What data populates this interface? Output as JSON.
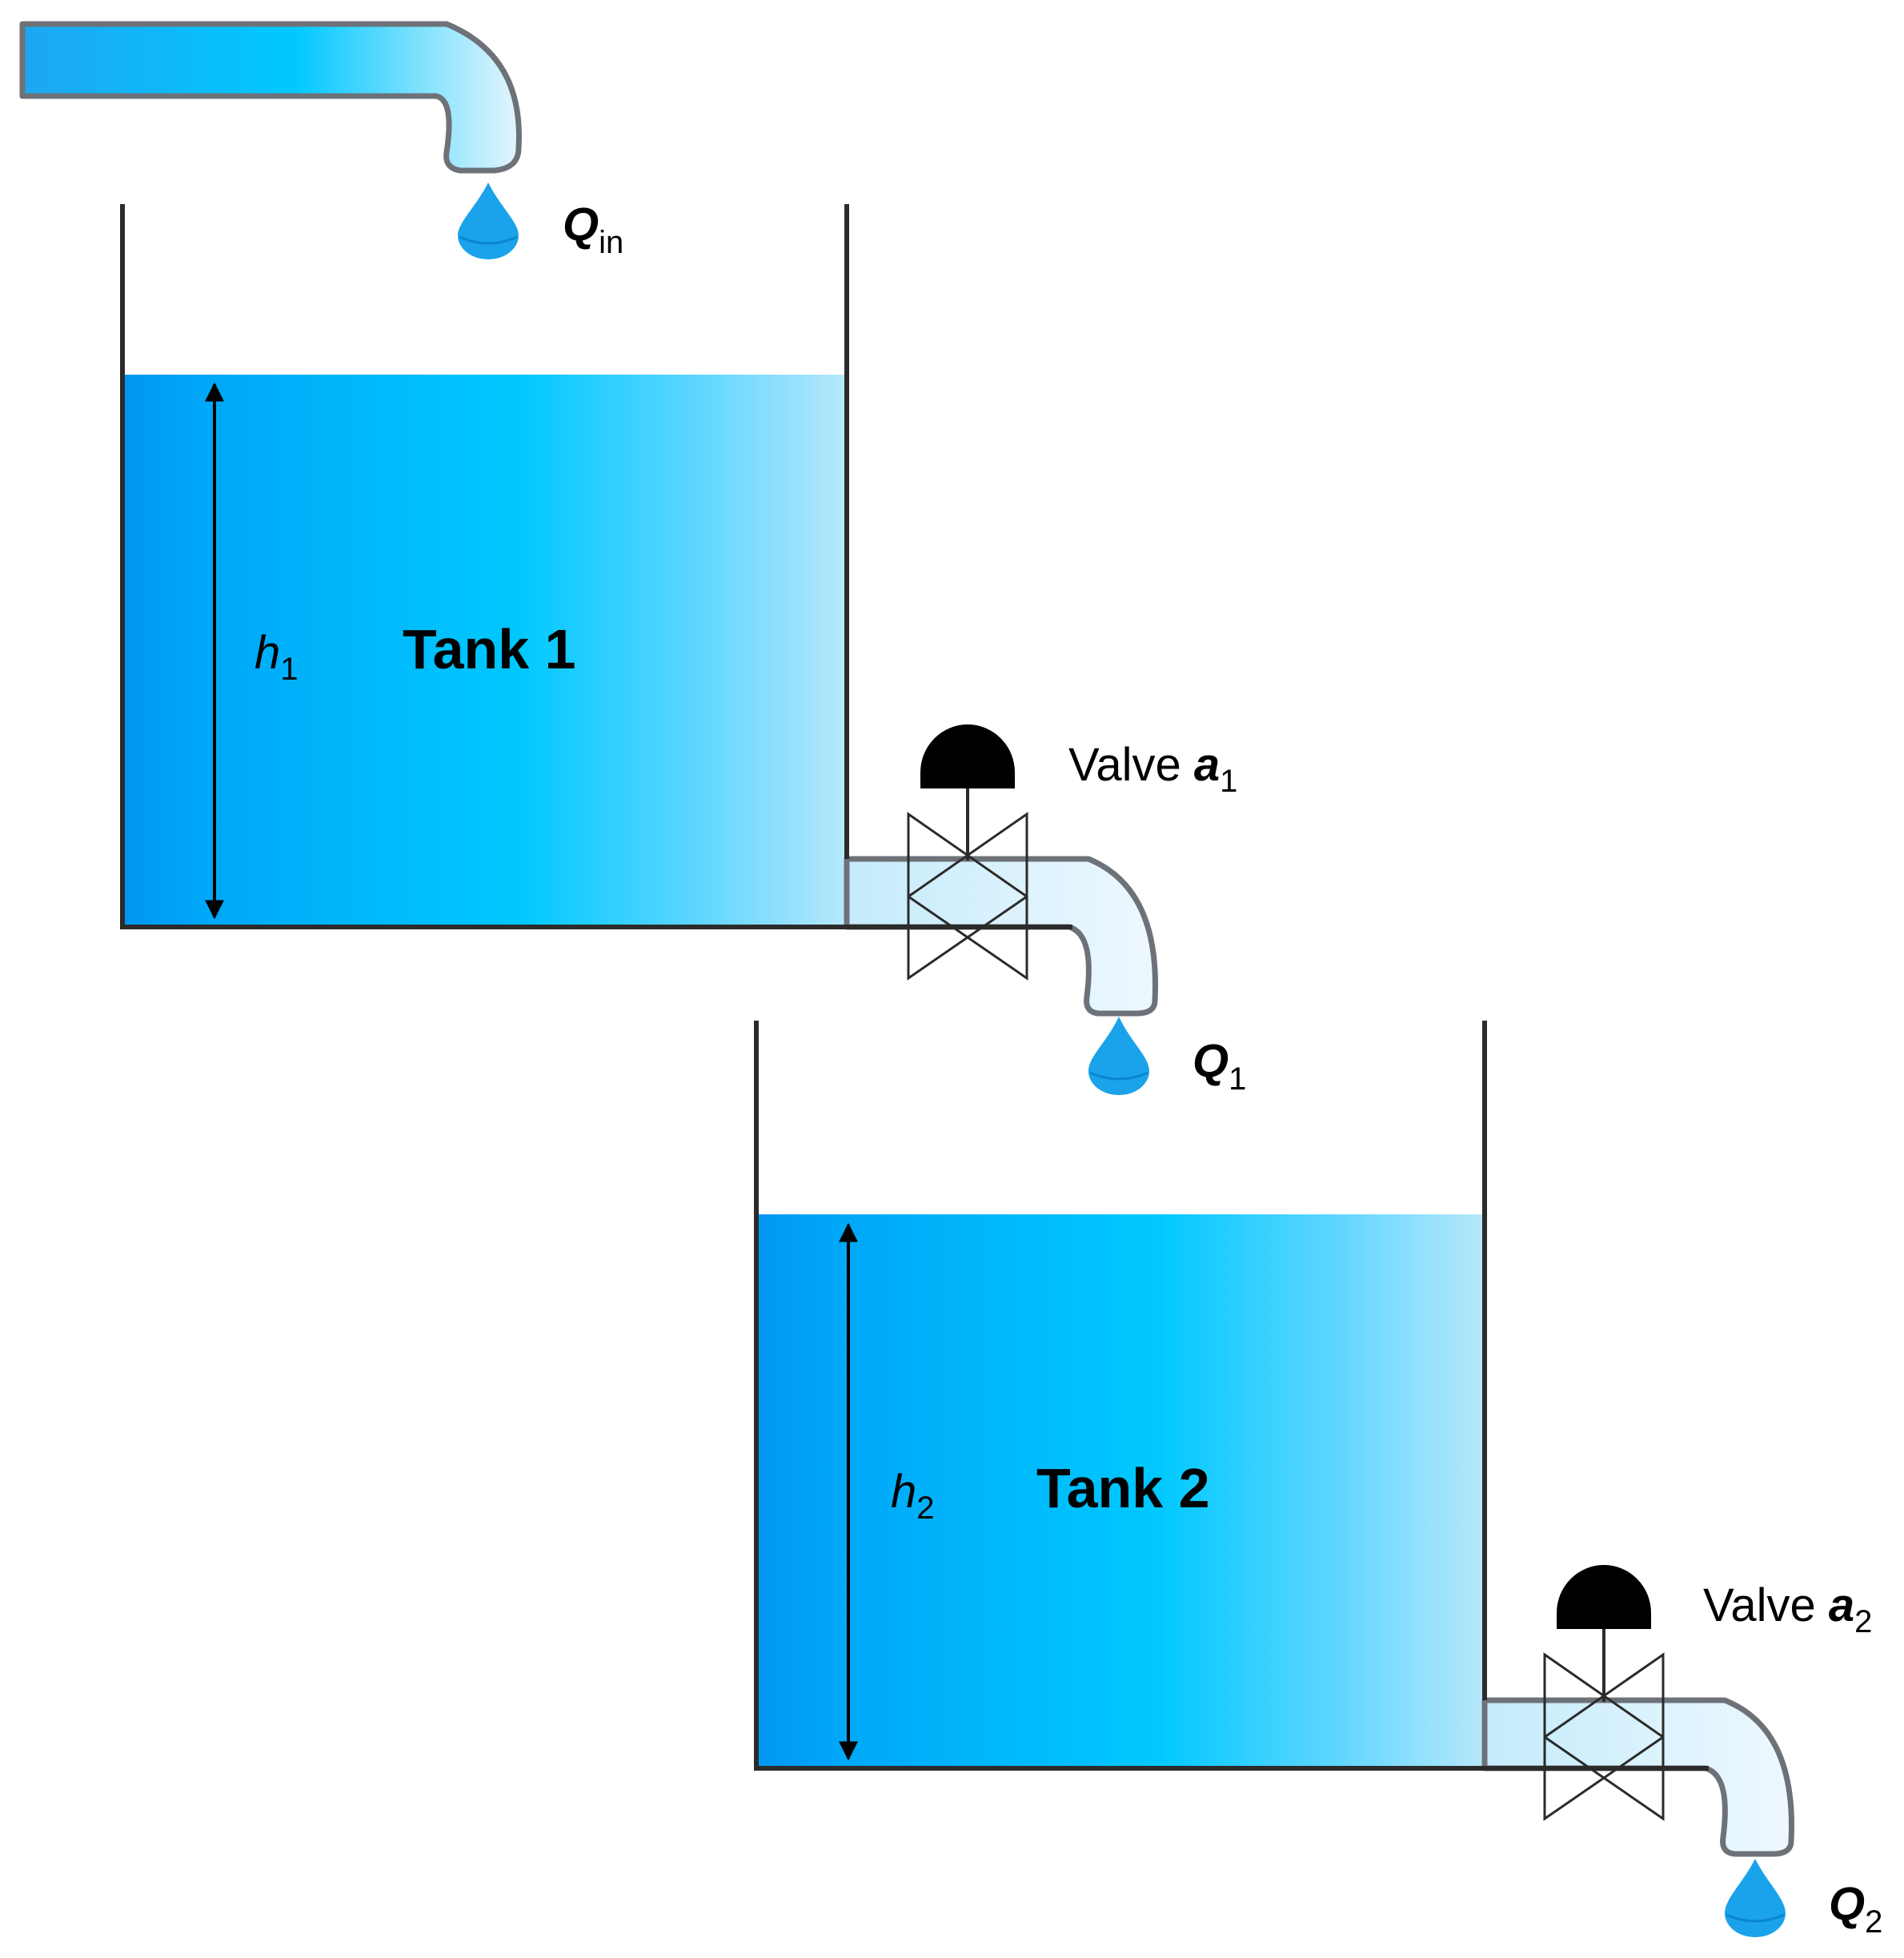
{
  "inflow": {
    "label": "Q",
    "subscript": "in"
  },
  "tank1": {
    "title": "Tank 1",
    "level": {
      "symbol": "h",
      "subscript": "1"
    },
    "valve": {
      "text": "Valve ",
      "symbol": "a",
      "subscript": "1"
    },
    "outflow": {
      "label": "Q",
      "subscript": "1"
    }
  },
  "tank2": {
    "title": "Tank 2",
    "level": {
      "symbol": "h",
      "subscript": "2"
    },
    "valve": {
      "text": "Valve ",
      "symbol": "a",
      "subscript": "2"
    },
    "outflow": {
      "label": "Q",
      "subscript": "2"
    }
  },
  "colors": {
    "water_dark": "#0096f0",
    "water_mid": "#00c8ff",
    "water_light": "#b8e8fb",
    "pipe_light": "#eaf6fd",
    "outline": "#6d7278",
    "droplet": "#1aa3ea",
    "actuator": "#000000"
  }
}
